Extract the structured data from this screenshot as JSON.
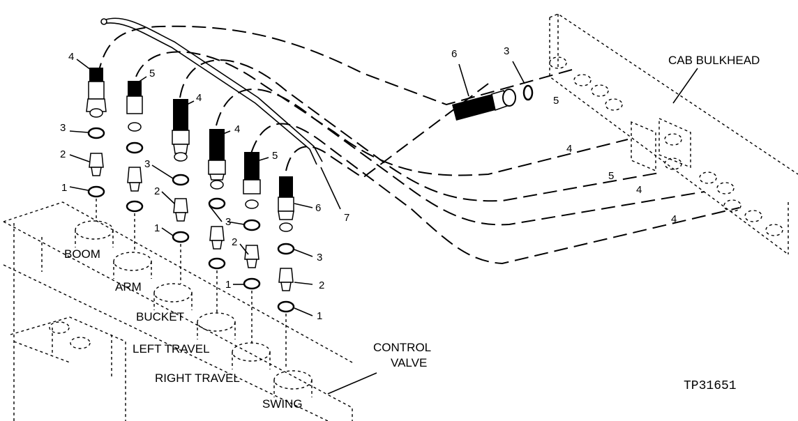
{
  "title_labels": {
    "cab_bulkhead": "CAB BULKHEAD",
    "control_valve_line1": "CONTROL",
    "control_valve_line2": "VALVE",
    "figure_code": "TP31651"
  },
  "valve_sections": [
    {
      "id": "boom",
      "label": "BOOM"
    },
    {
      "id": "arm",
      "label": "ARM"
    },
    {
      "id": "bucket",
      "label": "BUCKET"
    },
    {
      "id": "left-travel",
      "label": "LEFT TRAVEL"
    },
    {
      "id": "right-travel",
      "label": "RIGHT TRAVEL"
    },
    {
      "id": "swing",
      "label": "SWING"
    }
  ],
  "callouts": {
    "c1": "4",
    "c2": "5",
    "c3": "4",
    "c4": "4",
    "c5": "5",
    "c6": "6",
    "c7": "3",
    "c8": "2",
    "c9": "1",
    "c10": "3",
    "c11": "2",
    "c12": "1",
    "c13": "3",
    "c14": "2",
    "c15": "1",
    "c16": "3",
    "c17": "2",
    "c18": "1",
    "c19": "7",
    "c20": "6",
    "c21": "3",
    "c22": "5",
    "c23": "4",
    "c24": "5",
    "c25": "4",
    "c26": "4"
  }
}
